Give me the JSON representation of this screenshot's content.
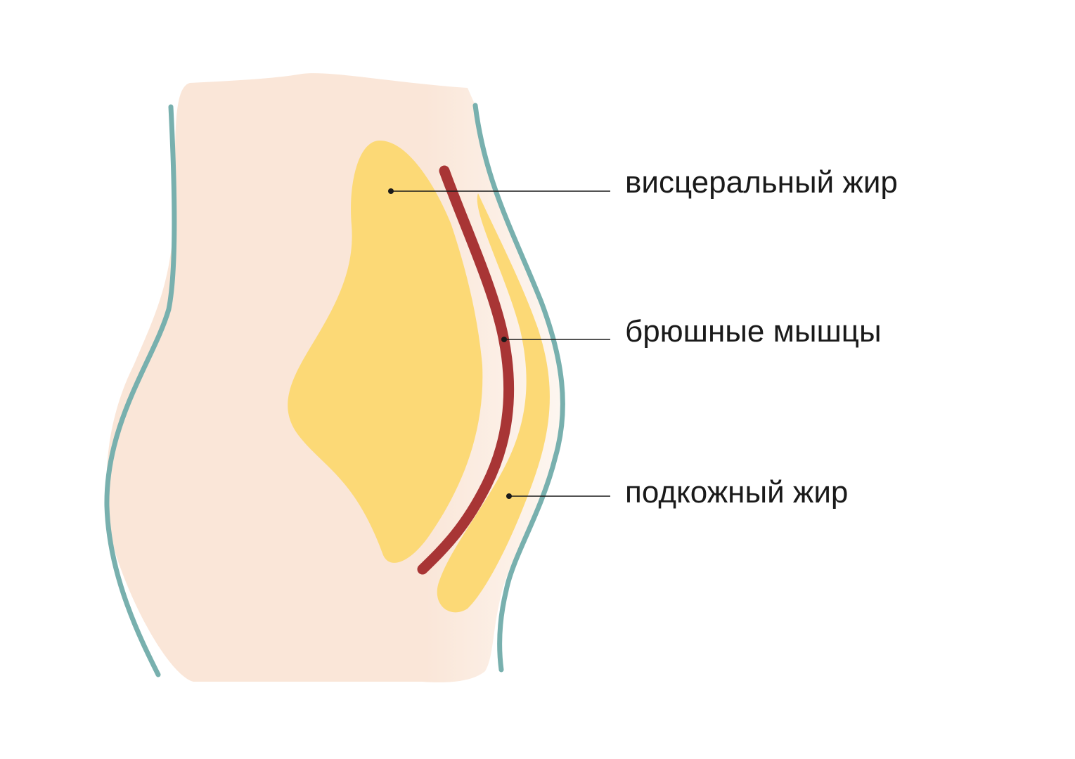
{
  "diagram": {
    "labels": {
      "visceral_fat": "висцеральный жир",
      "abdominal_muscles": "брюшные мышцы",
      "subcutaneous_fat": "подкожный жир"
    },
    "colors": {
      "body": "#fae6d8",
      "body_light": "#fdf6f0",
      "skin_outline": "#78b0ae",
      "fat": "#fcd976",
      "muscle": "#a83535",
      "leader": "#1a1a1a"
    }
  }
}
